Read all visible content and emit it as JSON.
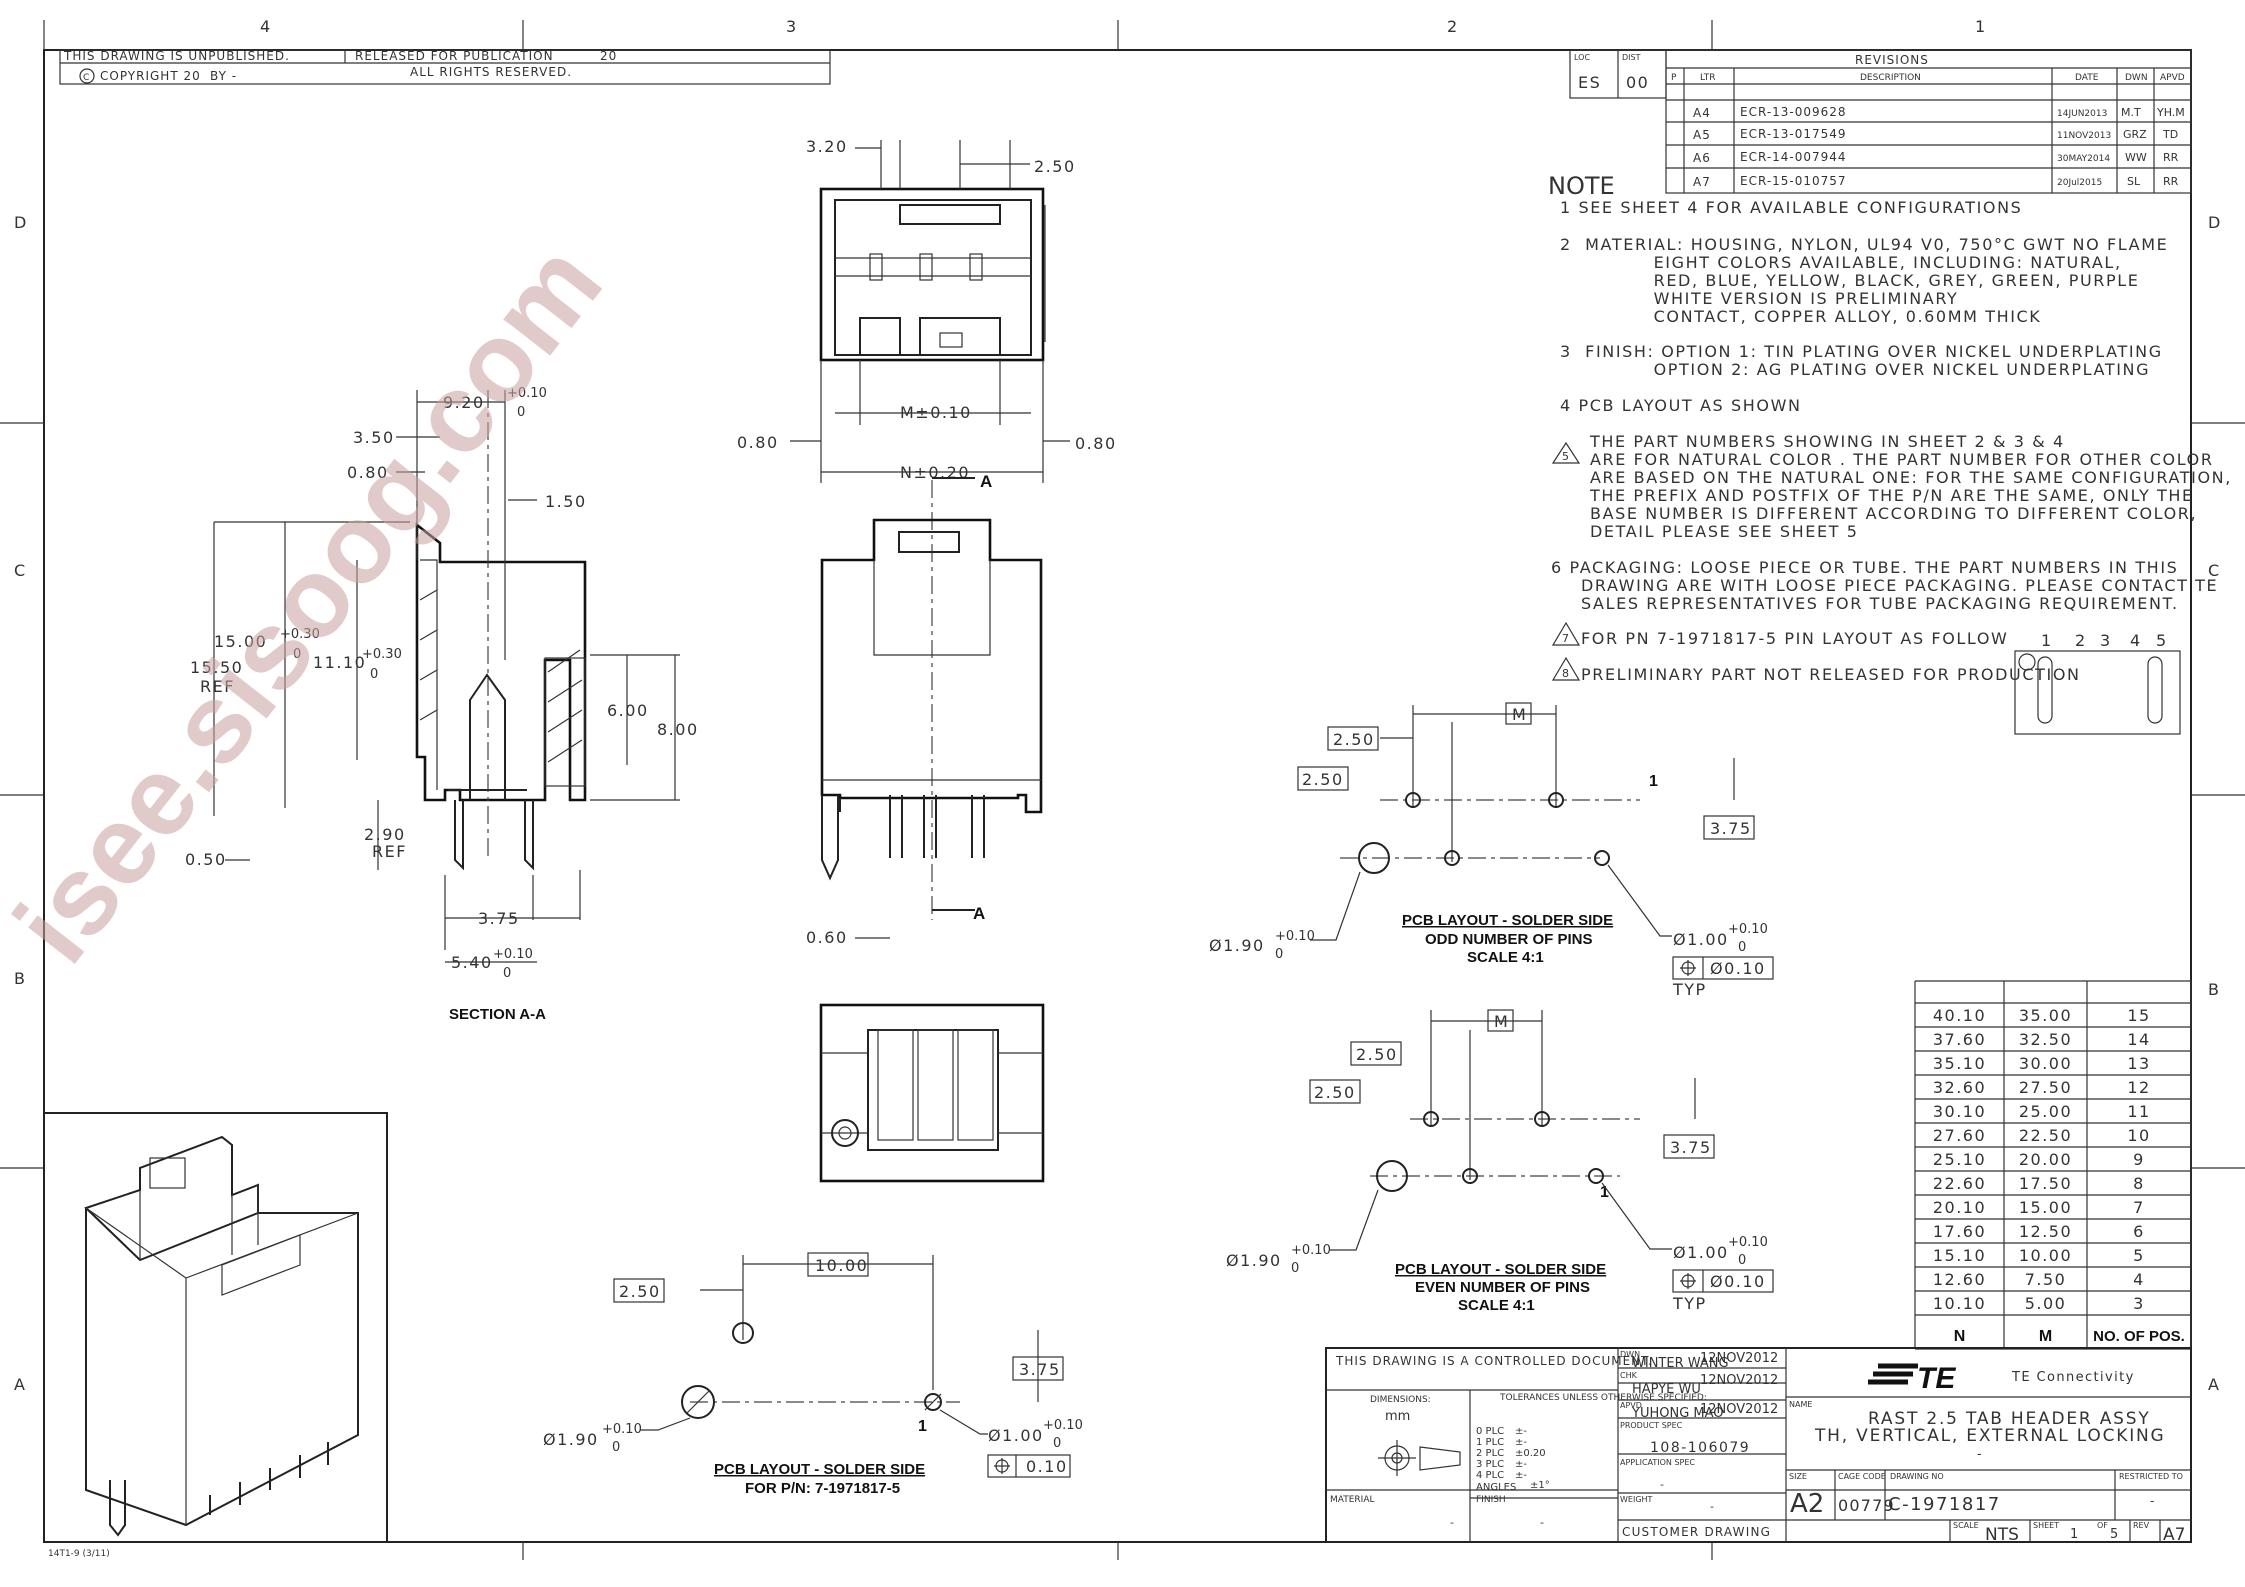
{
  "zones": {
    "top": [
      "4",
      "3",
      "2",
      "1"
    ],
    "side": [
      "D",
      "C",
      "B",
      "A"
    ]
  },
  "corner_box": {
    "unpublished": "THIS DRAWING IS UNPUBLISHED.",
    "released": "RELEASED FOR PUBLICATION",
    "released_year": "20",
    "copyright": "COPYRIGHT 20",
    "by": "BY -",
    "rights": "ALL RIGHTS RESERVED."
  },
  "loc_dist": {
    "loc_label": "LOC",
    "dist_label": "DIST",
    "loc": "ES",
    "dist": "00"
  },
  "revisions": {
    "title": "REVISIONS",
    "headers": {
      "p": "P",
      "ltr": "LTR",
      "desc": "DESCRIPTION",
      "date": "DATE",
      "dwn": "DWN",
      "apvd": "APVD"
    },
    "rows": [
      {
        "ltr": "A4",
        "desc": "ECR-13-009628",
        "date": "14JUN2013",
        "dwn": "M.T",
        "apvd": "YH.M"
      },
      {
        "ltr": "A5",
        "desc": "ECR-13-017549",
        "date": "11NOV2013",
        "dwn": "GRZ",
        "apvd": "TD"
      },
      {
        "ltr": "A6",
        "desc": "ECR-14-007944",
        "date": "30MAY2014",
        "dwn": "WW",
        "apvd": "RR"
      },
      {
        "ltr": "A7",
        "desc": "ECR-15-010757",
        "date": "20Jul2015",
        "dwn": "SL",
        "apvd": "RR"
      }
    ]
  },
  "notes": {
    "heading": "NOTE",
    "lines": [
      "1  SEE SHEET 4 FOR AVAILABLE CONFIGURATIONS",
      "2  MATERIAL: HOUSING, NYLON, UL94 V0, 750°C GWT NO FLAME",
      "              EIGHT COLORS AVAILABLE, INCLUDING: NATURAL,",
      "              RED, BLUE, YELLOW, BLACK, GREY, GREEN, PURPLE",
      "              WHITE VERSION IS PRELIMINARY",
      "              CONTACT, COPPER ALLOY, 0.60MM THICK",
      "3  FINISH: OPTION 1: TIN PLATING OVER NICKEL UNDERPLATING",
      "              OPTION 2: AG PLATING OVER NICKEL UNDERPLATING",
      "4  PCB LAYOUT AS SHOWN",
      "THE PART NUMBERS SHOWING IN SHEET 2 & 3 & 4",
      "ARE FOR NATURAL COLOR . THE PART NUMBER FOR OTHER COLOR",
      "ARE BASED ON THE NATURAL ONE: FOR THE SAME CONFIGURATION,",
      "THE PREFIX AND POSTFIX OF THE P/N ARE THE SAME, ONLY THE",
      "BASE NUMBER IS DIFFERENT ACCORDING TO DIFFERENT COLOR,",
      "DETAIL PLEASE SEE SHEET 5",
      "6  PACKAGING: LOOSE PIECE OR TUBE. THE PART NUMBERS IN THIS",
      "DRAWING ARE WITH LOOSE PIECE PACKAGING. PLEASE CONTACT TE",
      "SALES REPRESENTATIVES FOR TUBE PACKAGING REQUIREMENT.",
      "FOR PN 7-1971817-5 PIN LAYOUT AS FOLLOW",
      "PRELIMINARY PART NOT RELEASED FOR PRODUCTION"
    ],
    "flag5": "5",
    "flag7": "7",
    "flag8": "8",
    "pin_numbers": [
      "1",
      "2",
      "3",
      "4",
      "5"
    ]
  },
  "dims": {
    "d320": "3.20",
    "d250": "2.50",
    "m010": "M±0.10",
    "n020": "N±0.20",
    "d080": "0.80",
    "sec_a": "A",
    "d060": "0.60",
    "d920": "9.20",
    "tol010": "+0.10",
    "tol0": "0",
    "d350": "3.50",
    "d150": "1.50",
    "d1550": "15.50",
    "ref": "REF",
    "d1500": "15.00",
    "tol030": "+0.30",
    "d1110": "11.10",
    "d600": "6.00",
    "d800": "8.00",
    "d290": "2.90",
    "d050": "0.50",
    "d375": "3.75",
    "d540": "5.40",
    "section": "SECTION  A-A",
    "d1000": "10.00",
    "dia190": "Ø1.90",
    "dia100": "Ø1.00",
    "tol_pos": "0.10",
    "tol_pos_dia": "Ø0.10",
    "m": "M",
    "one": "1",
    "typ": "TYP"
  },
  "pcb_labels": {
    "odd": [
      "PCB LAYOUT - SOLDER SIDE",
      "ODD NUMBER OF PINS",
      "SCALE  4:1"
    ],
    "even": [
      "PCB LAYOUT - SOLDER SIDE",
      "EVEN NUMBER OF PINS",
      "SCALE  4:1"
    ],
    "pn": [
      "PCB LAYOUT - SOLDER SIDE",
      "FOR P/N: 7-1971817-5"
    ]
  },
  "config_table": {
    "headers": [
      "N",
      "M",
      "NO. OF POS."
    ],
    "rows": [
      [
        "40.10",
        "35.00",
        "15"
      ],
      [
        "37.60",
        "32.50",
        "14"
      ],
      [
        "35.10",
        "30.00",
        "13"
      ],
      [
        "32.60",
        "27.50",
        "12"
      ],
      [
        "30.10",
        "25.00",
        "11"
      ],
      [
        "27.60",
        "22.50",
        "10"
      ],
      [
        "25.10",
        "20.00",
        "9"
      ],
      [
        "22.60",
        "17.50",
        "8"
      ],
      [
        "20.10",
        "15.00",
        "7"
      ],
      [
        "17.60",
        "12.50",
        "6"
      ],
      [
        "15.10",
        "10.00",
        "5"
      ],
      [
        "12.60",
        "7.50",
        "4"
      ],
      [
        "10.10",
        "5.00",
        "3"
      ]
    ]
  },
  "title_block": {
    "controlled": "THIS DRAWING IS A CONTROLLED DOCUMENT.",
    "dwn_label": "DWN",
    "dwn_name": "WINTER WANG",
    "dwn_date": "12NOV2012",
    "chk_label": "CHK",
    "chk_name": "HAPYE WU",
    "chk_date": "12NOV2012",
    "apvd_label": "APVD",
    "apvd_name": "YUHONG MAO",
    "apvd_date": "12NOV2012",
    "dimensions_label": "DIMENSIONS:",
    "units": "mm",
    "tol_label": "TOLERANCES UNLESS OTHERWISE SPECIFIED:",
    "tol_rows": [
      [
        "0 PLC",
        "±-"
      ],
      [
        "1 PLC",
        "±-"
      ],
      [
        "2 PLC",
        "±0.20"
      ],
      [
        "3 PLC",
        "±-"
      ],
      [
        "4 PLC",
        "±-"
      ],
      [
        "ANGLES",
        "±1°"
      ]
    ],
    "product_spec_label": "PRODUCT SPEC",
    "product_spec": "108-106079",
    "app_spec_label": "APPLICATION SPEC",
    "app_spec": "-",
    "weight_label": "WEIGHT",
    "weight": "-",
    "material_label": "MATERIAL",
    "material": "-",
    "finish_label": "FINISH",
    "finish": "-",
    "customer_drawing": "CUSTOMER DRAWING",
    "company": "TE Connectivity",
    "logo_text": "TE",
    "name_label": "NAME",
    "title1": "RAST 2.5 TAB HEADER ASSY",
    "title2": "TH, VERTICAL, EXTERNAL LOCKING",
    "title3": "-",
    "size_label": "SIZE",
    "size": "A2",
    "cage_label": "CAGE CODE",
    "cage": "00779",
    "dwg_label": "DRAWING NO",
    "dwg_no": "C-1971817",
    "restricted_label": "RESTRICTED TO",
    "restricted": "-",
    "scale_label": "SCALE",
    "scale": "NTS",
    "sheet_label": "SHEET",
    "sheet": "1",
    "of_label": "OF",
    "of": "5",
    "rev_label": "REV",
    "rev": "A7"
  },
  "form_no": "14T1-9 (3/11)",
  "watermark": "isee.sisoog.com"
}
